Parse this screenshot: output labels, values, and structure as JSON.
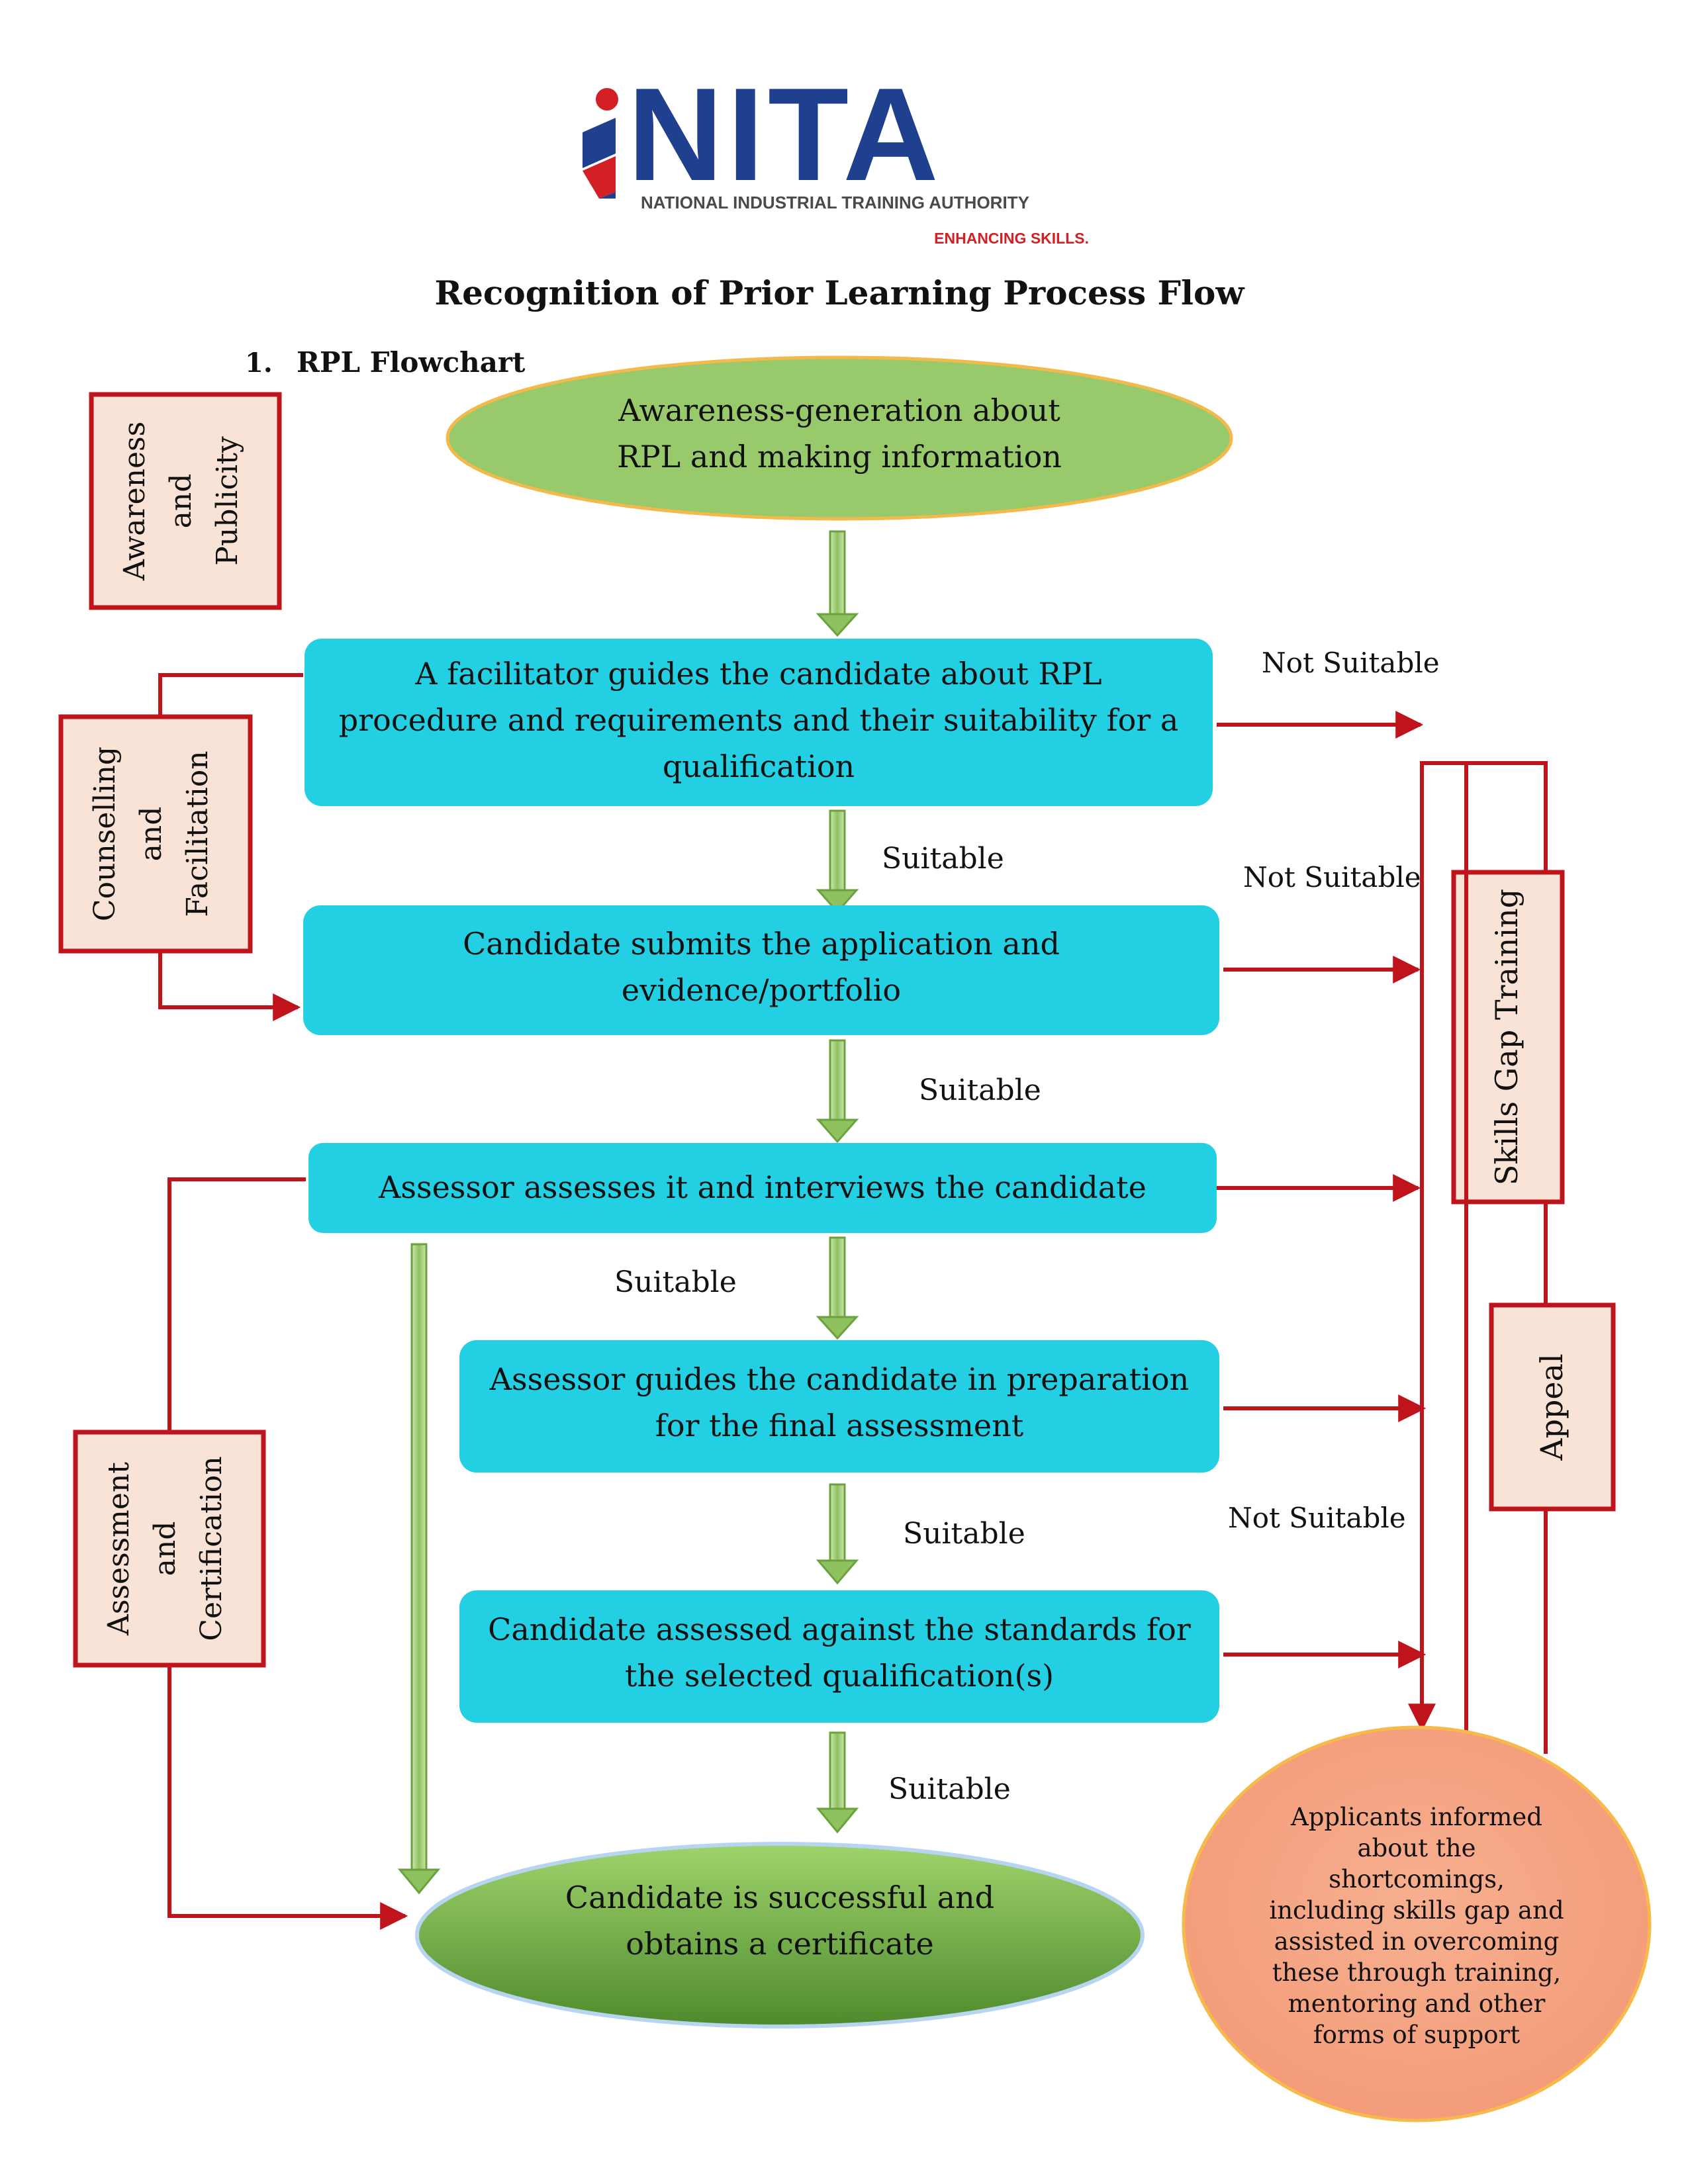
{
  "logo": {
    "name": "NITA",
    "subtitle": "NATIONAL INDUSTRIAL TRAINING AUTHORITY",
    "tagline": "ENHANCING SKILLS."
  },
  "title": "Recognition of Prior Learning Process Flow",
  "section_heading": {
    "number": "1.",
    "text": "RPL Flowchart"
  },
  "side_labels": {
    "awareness": [
      "Awareness",
      "and",
      "Publicity"
    ],
    "counselling": [
      "Counselling",
      "and",
      "Facilitation"
    ],
    "assessment": [
      "Assessment",
      "and",
      "Certification"
    ],
    "skills_gap": [
      "Skills Gap Training"
    ],
    "appeal": [
      "Appeal"
    ]
  },
  "nodes": {
    "start": [
      "Awareness-generation about",
      "RPL and making information"
    ],
    "facilitator": [
      "A facilitator guides the candidate about RPL",
      "procedure and requirements and their suitability for a",
      "qualification"
    ],
    "submit": [
      "Candidate submits the application and",
      "evidence/portfolio"
    ],
    "interview": [
      "Assessor assesses it and interviews the candidate"
    ],
    "prepare": [
      "Assessor guides the candidate in preparation",
      "for the final assessment"
    ],
    "assessed": [
      "Candidate assessed against the standards for",
      "the selected qualification(s)"
    ],
    "success": [
      "Candidate is successful and",
      "obtains a certificate"
    ],
    "informed": [
      "Applicants informed",
      "about the",
      "shortcomings,",
      "including skills gap and",
      "assisted in overcoming",
      "these through training,",
      "mentoring and other",
      "forms of support"
    ]
  },
  "edge_labels": {
    "suitable": "Suitable",
    "not_suitable": "Not Suitable"
  },
  "colors": {
    "green_node": "#98c96b",
    "cyan_node": "#22cfe3",
    "red_line": "#c0141c",
    "side_box_fill": "#f9e3d7",
    "orange_node": "#f6a98a",
    "arrow_green": "#9ccb6b",
    "logo_blue": "#1f3f8f",
    "logo_red": "#d32027"
  }
}
